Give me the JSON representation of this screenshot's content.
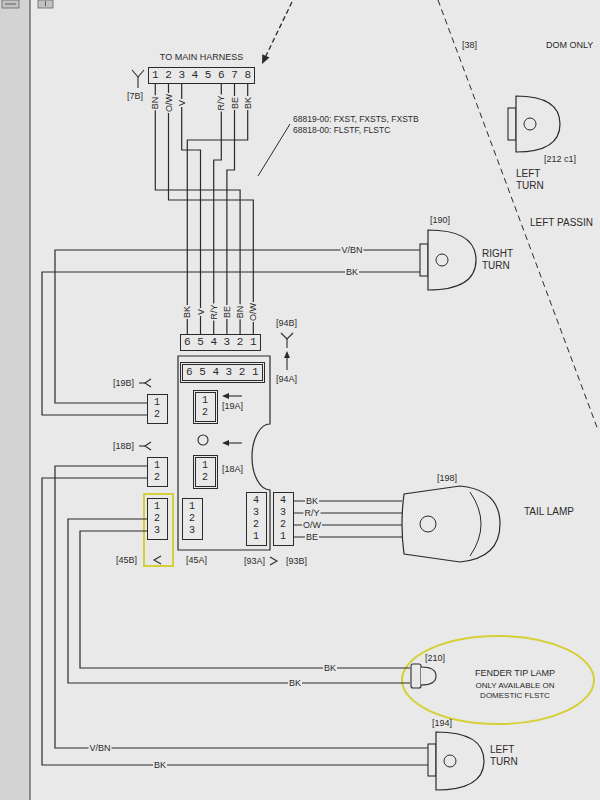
{
  "diagram": {
    "nodes": [
      {
        "text": [
          "TO MAIN HARNESS",
          "1 2 3 4 5 6 7 8"
        ]
      },
      {
        "text": [
          "LEFT TURN"
        ]
      },
      {
        "text": [
          "RIGHT TURN"
        ]
      },
      {
        "text": [
          "6 5 4 3 2 1"
        ]
      },
      {
        "text": [
          "6 5 4 3 2 1"
        ]
      },
      {
        "text": [
          "1 2"
        ]
      },
      {
        "text": [
          "1 2"
        ]
      },
      {
        "text": [
          "1 2"
        ]
      },
      {
        "text": [
          "1 2"
        ]
      },
      {
        "text": [
          "1 2 3"
        ]
      },
      {
        "text": [
          "1 2 3"
        ]
      },
      {
        "text": [
          "4 3 2 1"
        ]
      },
      {
        "text": [
          "4 3 2 1"
        ]
      },
      {
        "text": [
          "TAIL LAMP"
        ]
      },
      {
        "text": [
          "FENDER TIP LAMP",
          "ONLY AVAILABLE ON DOMESTIC FLSTC"
        ]
      },
      {
        "text": [
          "LEFT TURN"
        ]
      }
    ],
    "edges": [
      {
        "from": 0,
        "to": 3,
        "label": "BK",
        "arrow": "none"
      },
      {
        "from": 0,
        "to": 3,
        "label": "V",
        "arrow": "none"
      },
      {
        "from": 0,
        "to": 3,
        "label": "R/Y",
        "arrow": "none"
      },
      {
        "from": 0,
        "to": 3,
        "label": "BE",
        "arrow": "none"
      },
      {
        "from": 0,
        "to": 3,
        "label": "BN",
        "arrow": "none"
      },
      {
        "from": 0,
        "to": 3,
        "label": "O/W",
        "arrow": "none"
      },
      {
        "from": 5,
        "to": 2,
        "label": "V/BN",
        "arrow": "none"
      },
      {
        "from": 5,
        "to": 2,
        "label": "BK",
        "arrow": "none"
      },
      {
        "from": 7,
        "to": 15,
        "label": "V/BN",
        "arrow": "none"
      },
      {
        "from": 7,
        "to": 15,
        "label": "BK",
        "arrow": "none"
      },
      {
        "from": 9,
        "to": 14,
        "label": "BK",
        "arrow": "none"
      },
      {
        "from": 9,
        "to": 14,
        "label": "BK",
        "arrow": "none"
      },
      {
        "from": 12,
        "to": 13,
        "label": "BK",
        "arrow": "none"
      },
      {
        "from": 12,
        "to": 13,
        "label": "R/Y",
        "arrow": "none"
      },
      {
        "from": 12,
        "to": 13,
        "label": "O/W",
        "arrow": "none"
      },
      {
        "from": 12,
        "to": 13,
        "label": "BE",
        "arrow": "none"
      }
    ],
    "labels": [
      "[7B]",
      "BN",
      "O/W",
      "V",
      "R/Y",
      "BE",
      "BK",
      "68819-00: FXST, FXSTS, FXSTB",
      "68818-00: FLSTF, FLSTC",
      "[38]",
      "DOM ONLY",
      "[212 c1]",
      "LEFT PASSIN",
      "[190]",
      "[94B]",
      "[94A]",
      "[19B]",
      "[19A]",
      "[18B]",
      "[18A]",
      "[45B]",
      "[45A]",
      "[93A]",
      "[93B]",
      "[198]",
      "[210]",
      "[194]"
    ]
  }
}
